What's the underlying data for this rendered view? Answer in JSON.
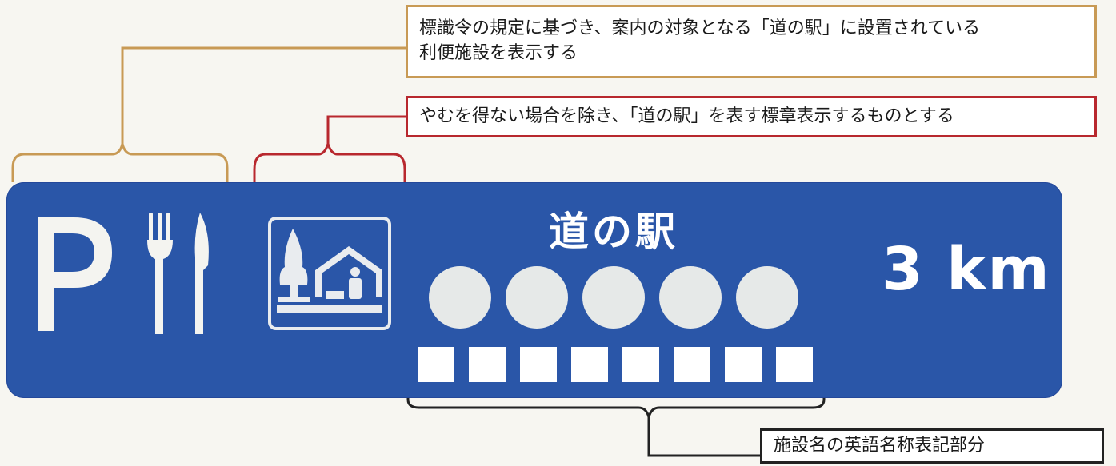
{
  "callouts": {
    "facilities": {
      "line1": "標識令の規定に基づき、案内の対象となる「道の駅」に設置されている",
      "line2": "利便施設を表示する"
    },
    "symbol": "やむを得ない場合を除き、「道の駅」を表す標章表示するものとする",
    "english_name": "施設名の英語名称表記部分"
  },
  "sign": {
    "name": "道の駅",
    "distance": "3 km",
    "facility_icons": [
      "parking-icon",
      "restaurant-icon"
    ],
    "station_symbol": "michi-no-eki-icon",
    "japanese_name_placeholders": 5,
    "english_name_placeholders": 8
  },
  "colors": {
    "sign_blue": "#2a56a8",
    "facilities_bracket": "#c89a55",
    "symbol_bracket": "#b8282e",
    "english_bracket": "#222222"
  }
}
